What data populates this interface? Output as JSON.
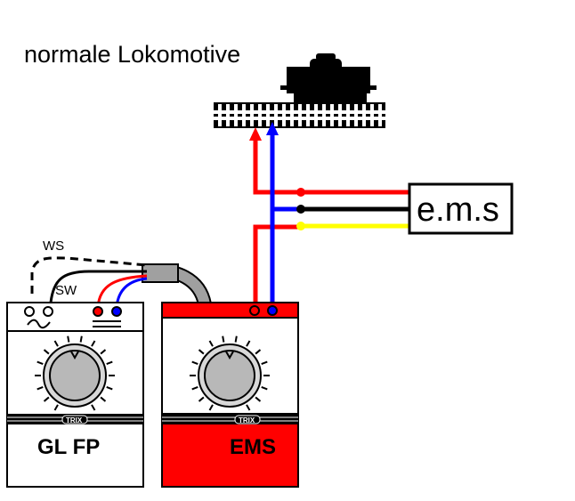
{
  "title": "normale Lokomotive",
  "ems_box_label": "e.m.s",
  "wire_labels": {
    "ws": "WS",
    "sw": "SW"
  },
  "controllers": {
    "left": {
      "label": "GL FP",
      "brand": "TRIX",
      "color": "#ffffff"
    },
    "right": {
      "label": "EMS",
      "brand": "TRIX",
      "color": "#ff0000"
    }
  },
  "colors": {
    "red": "#ff0000",
    "blue": "#0000ff",
    "black": "#000000",
    "yellow": "#ffff00",
    "grey": "#a0a0a0"
  }
}
